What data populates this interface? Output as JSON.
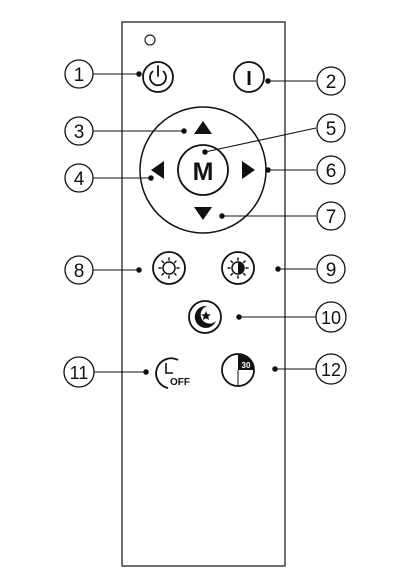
{
  "remote": {
    "buttons": {
      "power": {
        "icon": "power-icon"
      },
      "on": {
        "label": "I"
      },
      "up": {
        "icon": "arrow-up-icon"
      },
      "mode": {
        "label": "M"
      },
      "left": {
        "icon": "arrow-left-icon"
      },
      "right": {
        "icon": "arrow-right-icon"
      },
      "down": {
        "icon": "arrow-down-icon"
      },
      "brightness_down": {
        "icon": "brightness-low-icon"
      },
      "brightness_up": {
        "icon": "brightness-high-icon"
      },
      "night": {
        "icon": "moon-star-icon"
      },
      "timer_off": {
        "icon": "timer-off-icon",
        "label": "OFF"
      },
      "timer_30": {
        "icon": "timer-30-icon",
        "label": "30"
      }
    }
  },
  "callouts": [
    "1",
    "2",
    "3",
    "4",
    "5",
    "6",
    "7",
    "8",
    "9",
    "10",
    "11",
    "12"
  ]
}
